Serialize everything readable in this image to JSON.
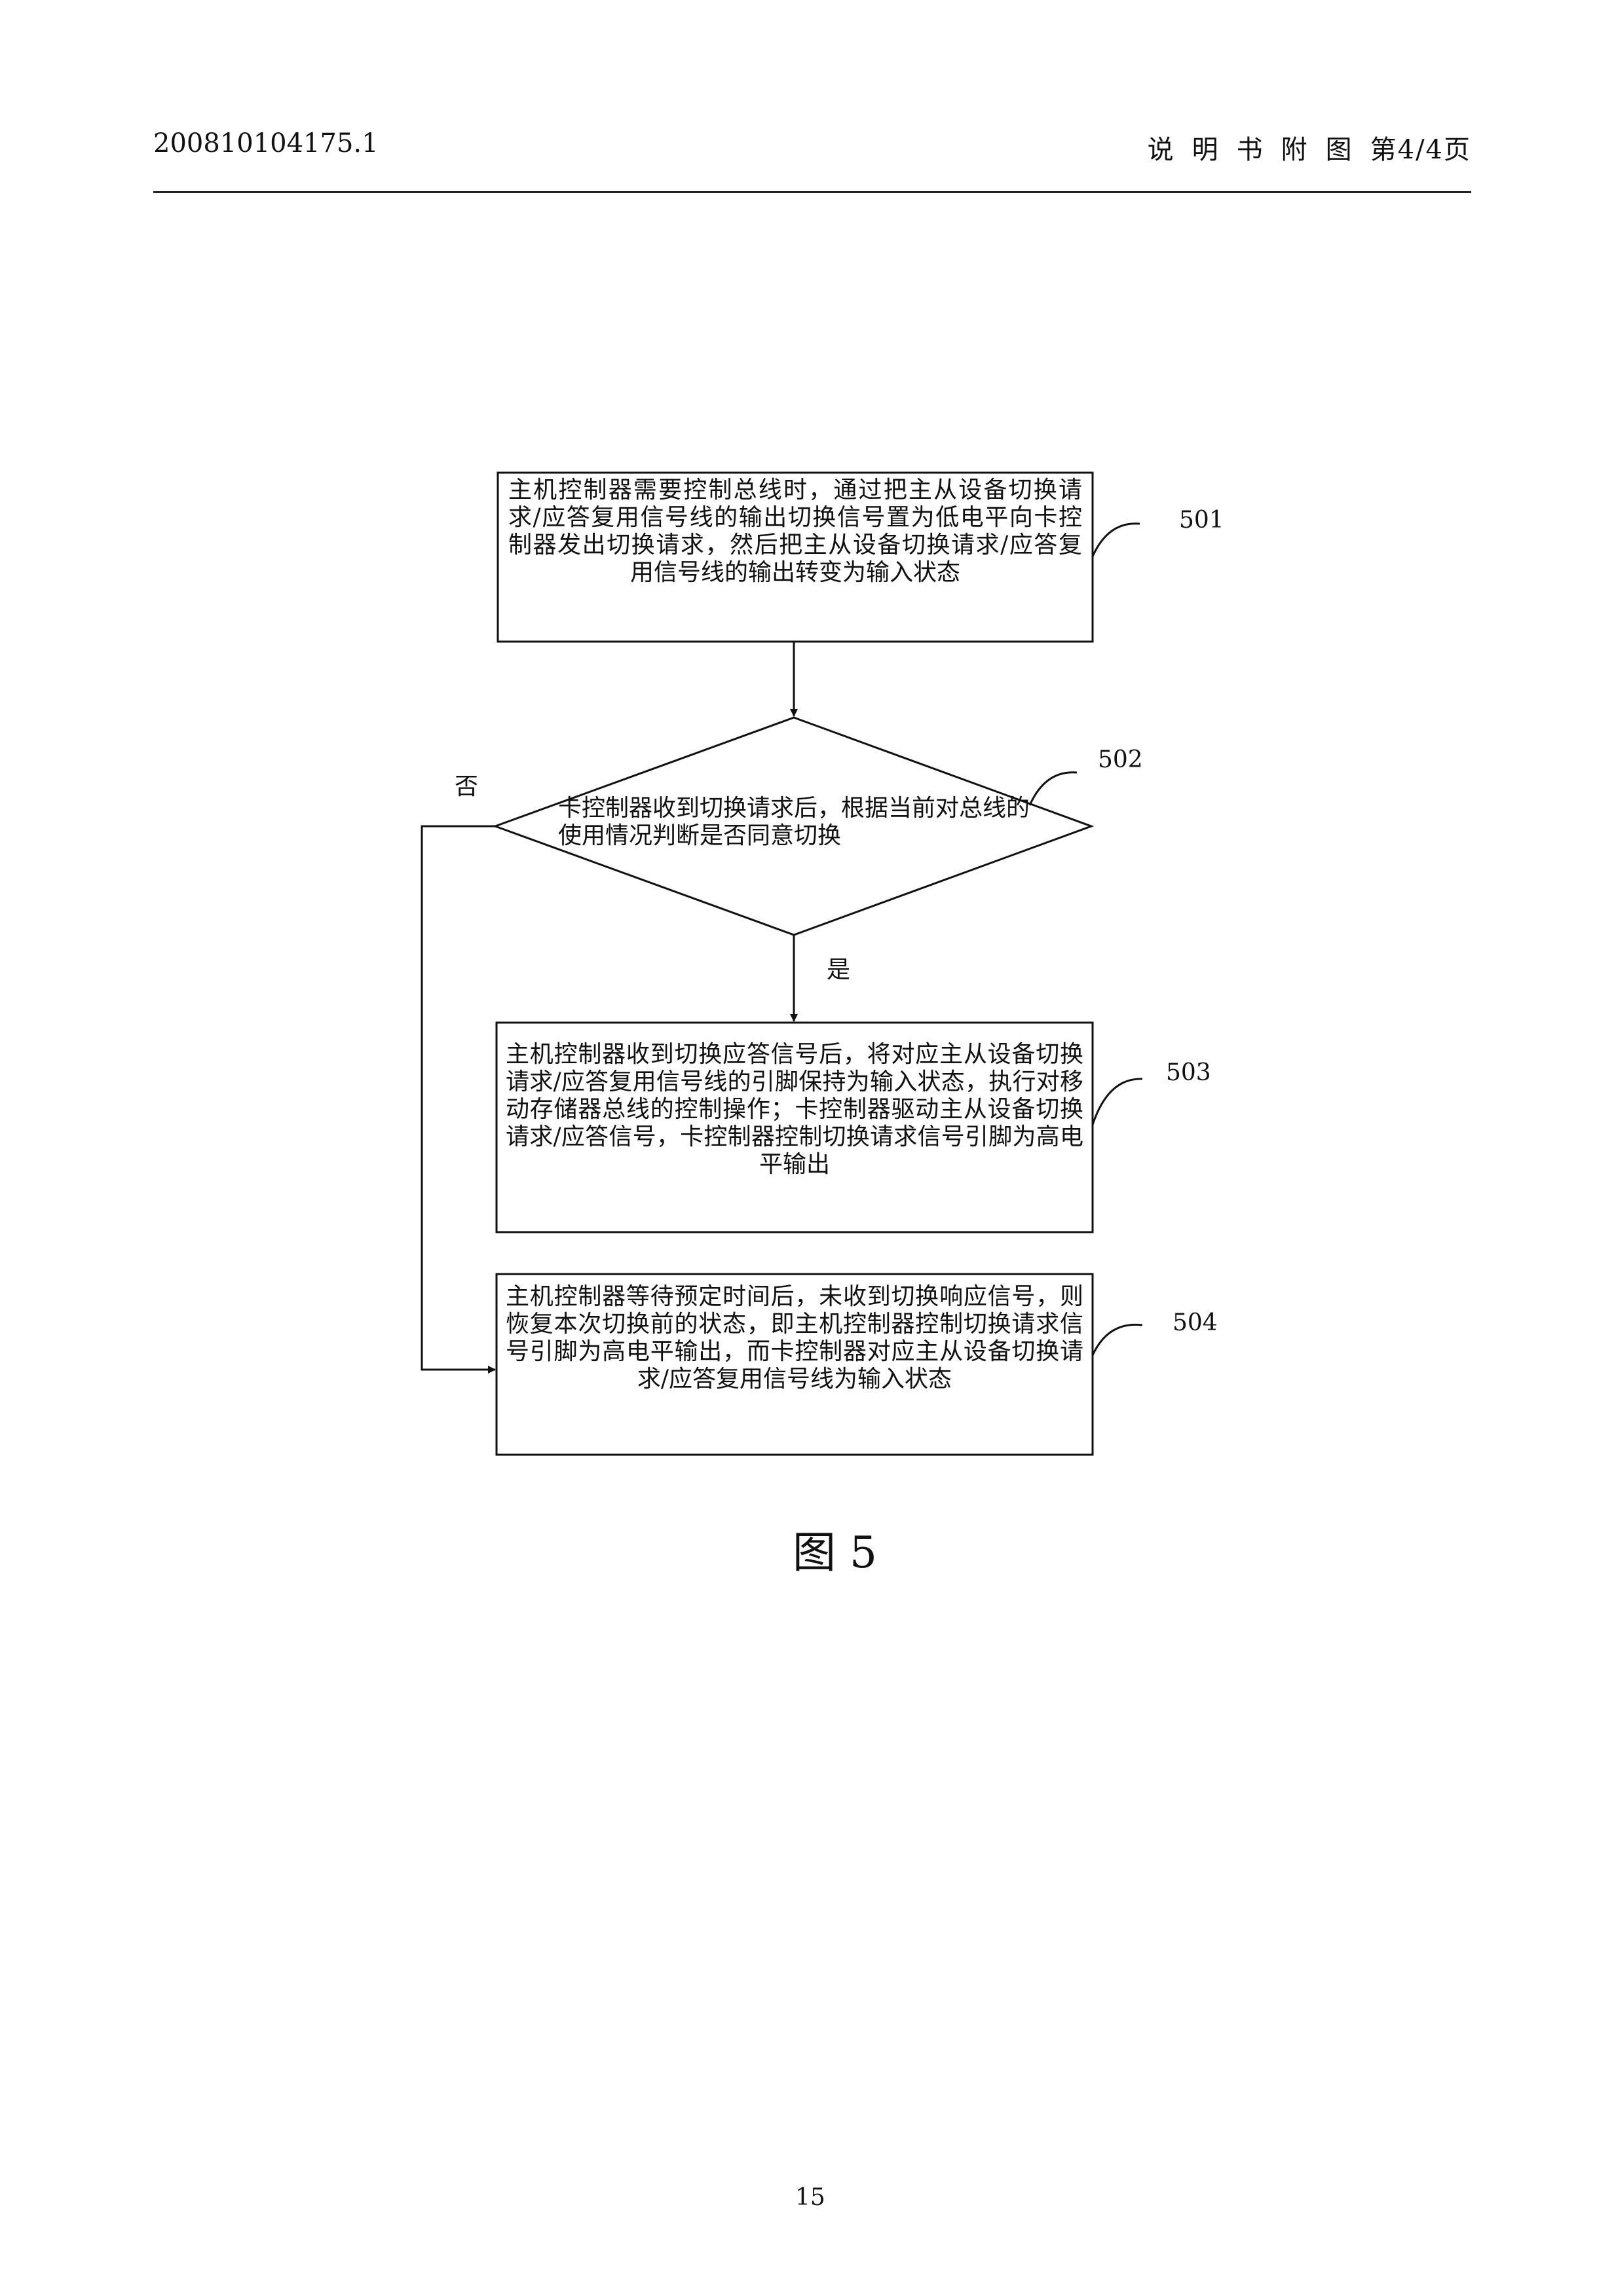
{
  "header": {
    "doc_number": "200810104175.1",
    "section_chars": [
      "说",
      "明",
      "书",
      "附",
      "图"
    ],
    "page_label": "第4/4页"
  },
  "flowchart": {
    "steps": [
      {
        "ref": "501",
        "text": "主机控制器需要控制总线时，通过把主从设备切换请求/应答复用信号线的输出切换信号置为低电平向卡控制器发出切换请求，然后把主从设备切换请求/应答复用信号线的输出转变为输入状态"
      },
      {
        "ref": "502",
        "text": "卡控制器收到切换请求后，根据当前对总线的使用情况判断是否同意切换"
      },
      {
        "ref": "503",
        "text": "主机控制器收到切换应答信号后，将对应主从设备切换请求/应答复用信号线的引脚保持为输入状态，执行对移动存储器总线的控制操作；卡控制器驱动主从设备切换请求/应答信号，卡控制器控制切换请求信号引脚为高电平输出"
      },
      {
        "ref": "504",
        "text": "主机控制器等待预定时间后，未收到切换响应信号，则恢复本次切换前的状态，即主机控制器控制切换请求信号引脚为高电平输出，而卡控制器对应主从设备切换请求/应答复用信号线为输入状态"
      }
    ],
    "branch_no": "否",
    "branch_yes": "是"
  },
  "figure_caption": "图 5",
  "page_number": "15"
}
